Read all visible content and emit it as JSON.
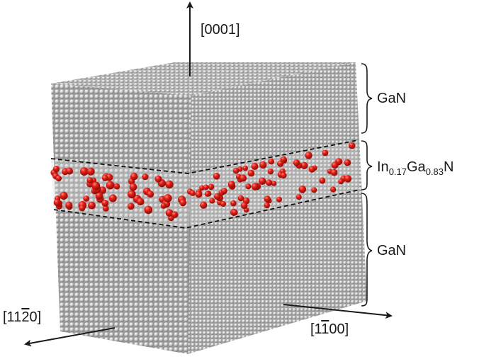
{
  "axes": {
    "c_axis": "[0001]",
    "a_axis": {
      "prefix": "[11",
      "bar": "2",
      "suffix": "0]"
    },
    "m_axis": {
      "prefix": "[1",
      "bar": "1",
      "suffix": "00]"
    }
  },
  "layers": {
    "top": "GaN",
    "middle": {
      "base1": "In",
      "sub1": "0.17",
      "base2": "Ga",
      "sub2": "0.83",
      "base3": "N"
    },
    "bottom": "GaN"
  },
  "colors": {
    "ga_atom": "#bdbdbd",
    "in_atom": "#e32119",
    "arrow": "#1a1a1a"
  }
}
